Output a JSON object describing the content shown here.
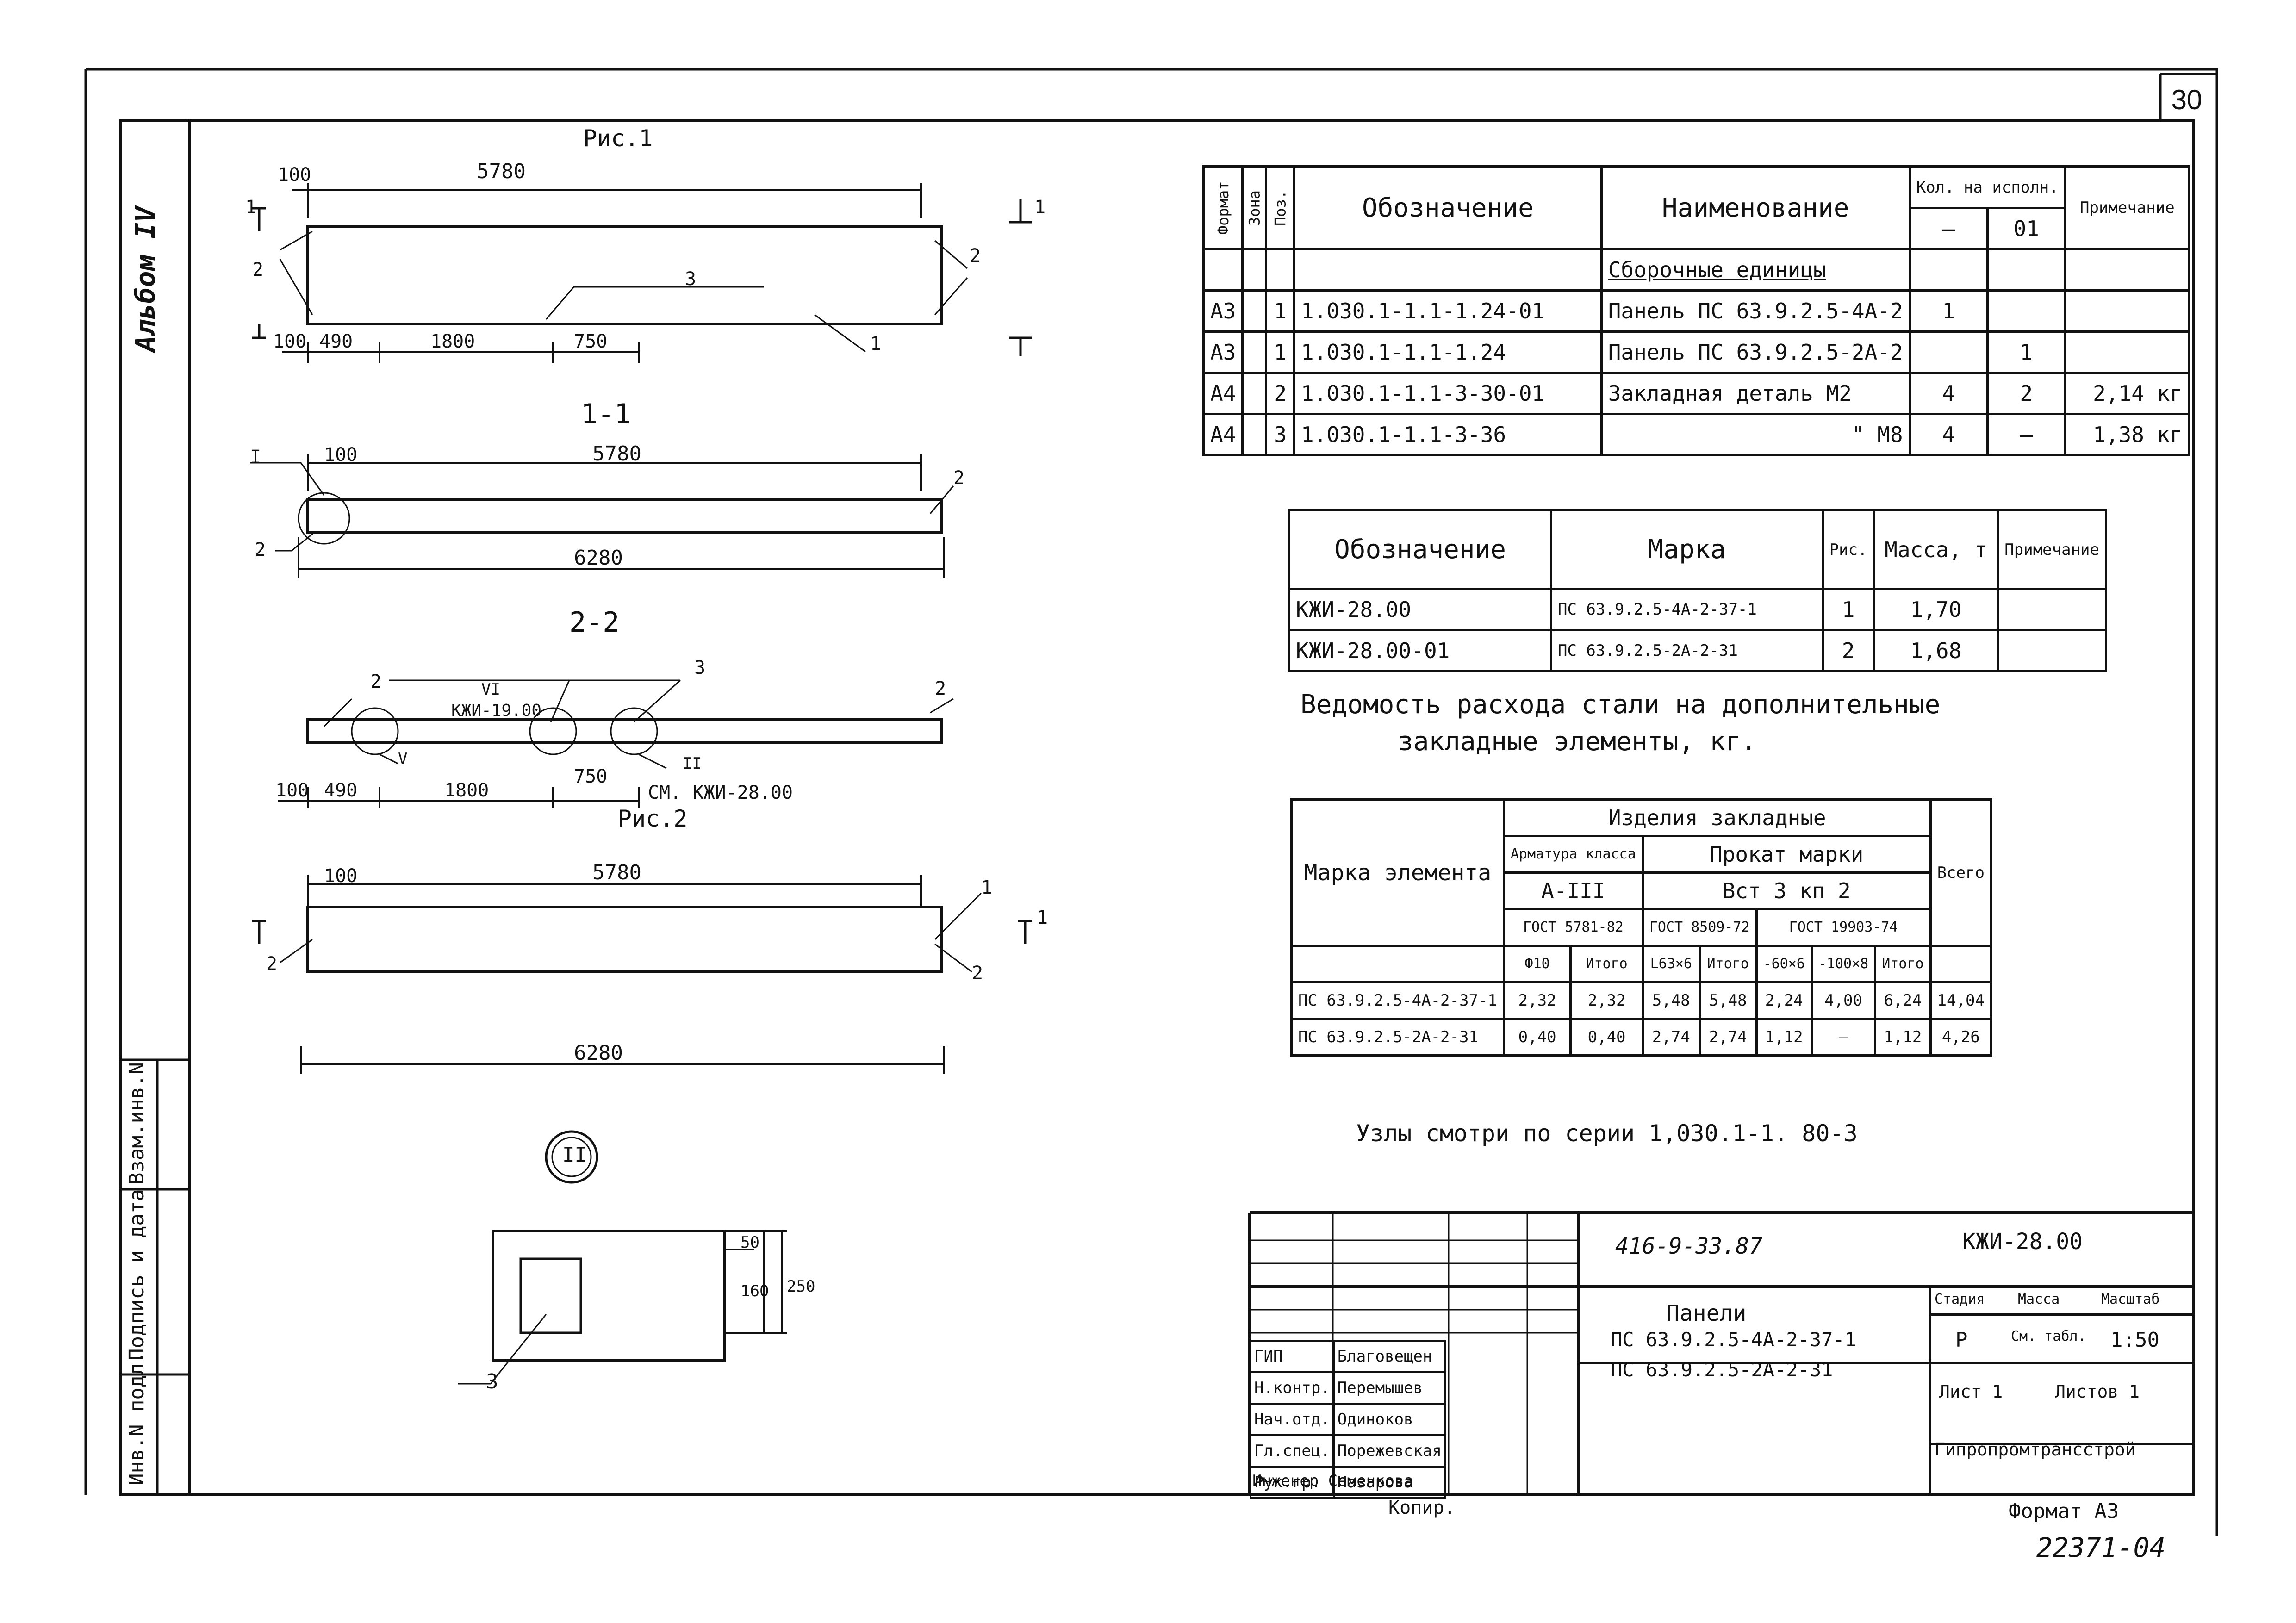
{
  "page_number": "30",
  "album": "Альбом IV",
  "views": {
    "fig1_title": "Рис.1",
    "fig2_title": "Рис.2",
    "section_1_1": "1-1",
    "section_2_2": "2-2",
    "node_ref": "II",
    "see_note": "СМ. КЖИ-28.00",
    "kzhi_label": "КЖИ-19.00",
    "dims": {
      "d100": "100",
      "d5780": "5780",
      "d490": "490",
      "d1800": "1800",
      "d750": "750",
      "d6280": "6280",
      "d50": "50",
      "d160": "160",
      "d250": "250"
    },
    "marks": {
      "m1": "1",
      "m2": "2",
      "m3": "3",
      "mI": "I",
      "mII": "II",
      "mVI": "VI",
      "mV": "V"
    }
  },
  "spec": {
    "headers": {
      "format": "Формат",
      "zone": "Зона",
      "pos": "Поз.",
      "designation": "Обозначение",
      "name": "Наименование",
      "qty": "Кол. на исполн.",
      "qty_a": "—",
      "qty_b": "01",
      "note": "Примечание"
    },
    "section_title": "Сборочные единицы",
    "rows": [
      {
        "format": "А3",
        "pos": "1",
        "designation": "1.030.1-1.1-1.24-01",
        "name": "Панель ПС 63.9.2.5-4А-2",
        "q1": "1",
        "q2": "",
        "note": ""
      },
      {
        "format": "А3",
        "pos": "1",
        "designation": "1.030.1-1.1-1.24",
        "name": "Панель ПС 63.9.2.5-2А-2",
        "q1": "",
        "q2": "1",
        "note": ""
      },
      {
        "format": "А4",
        "pos": "2",
        "designation": "1.030.1-1.1-3-30-01",
        "name": "Закладная деталь   М2",
        "q1": "4",
        "q2": "2",
        "note": "2,14 кг"
      },
      {
        "format": "А4",
        "pos": "3",
        "designation": "1.030.1-1.1-3-36",
        "name": "\"          М8",
        "q1": "4",
        "q2": "—",
        "note": "1,38 кг"
      }
    ]
  },
  "marks_table": {
    "headers": {
      "designation": "Обозначение",
      "mark": "Марка",
      "fig": "Рис.",
      "mass": "Масса, т",
      "note": "Примечание"
    },
    "rows": [
      {
        "designation": "КЖИ-28.00",
        "mark": "ПС 63.9.2.5-4А-2-37-1",
        "fig": "1",
        "mass": "1,70",
        "note": ""
      },
      {
        "designation": "КЖИ-28.00-01",
        "mark": "ПС 63.9.2.5-2А-2-31",
        "fig": "2",
        "mass": "1,68",
        "note": ""
      }
    ]
  },
  "steel": {
    "title_line1": "Ведомость расхода стали на дополнительные",
    "title_line2": "закладные элементы, кг.",
    "h_items": "Изделия закладные",
    "h_mark": "Марка элемента",
    "h_armature": "Арматура класса",
    "h_rolled": "Прокат марки",
    "h_a3": "А-III",
    "h_vst": "Вст 3 кп 2",
    "h_total": "Всего",
    "h_gost1": "ГОСТ 5781-82",
    "h_gost2": "ГОСТ 8509-72",
    "h_gost3": "ГОСТ 19903-74",
    "h_f10": "Ф10",
    "h_itogo": "Итого",
    "h_l63": "L63×6",
    "h_60": "-60×6",
    "h_100": "-100×8",
    "rows": [
      {
        "mark": "ПС 63.9.2.5-4А-2-37-1",
        "f10": "2,32",
        "it1": "2,32",
        "l63": "5,48",
        "it2": "5,48",
        "s60": "2,24",
        "s100": "4,00",
        "it3": "6,24",
        "total": "14,04"
      },
      {
        "mark": "ПС 63.9.2.5-2А-2-31",
        "f10": "0,40",
        "it1": "0,40",
        "l63": "2,74",
        "it2": "2,74",
        "s60": "1,12",
        "s100": "—",
        "it3": "1,12",
        "total": "4,26"
      }
    ],
    "note": "Узлы смотри по серии 1,030.1-1. 80-3"
  },
  "stamp": {
    "code": "416-9-33.87",
    "doc": "КЖИ-28.00",
    "title": "Панели",
    "title_l2": "ПС 63.9.2.5-4А-2-37-1",
    "title_l3": "ПС 63.9.2.5-2А-2-31",
    "h_stage": "Стадия",
    "h_mass": "Масса",
    "h_scale": "Масштаб",
    "stage": "Р",
    "mass": "См. табл.",
    "scale": "1:50",
    "sheet": "Лист 1",
    "sheets": "Листов 1",
    "org": "Гипропромтрансстрой",
    "people": [
      {
        "role": "ГИП",
        "name": "Благовещен"
      },
      {
        "role": "Н.контр.",
        "name": "Перемышев"
      },
      {
        "role": "Нач.отд.",
        "name": "Одиноков"
      },
      {
        "role": "Гл.спец.",
        "name": "Порежевская"
      },
      {
        "role": "Рук.гр.",
        "name": "Назарова"
      },
      {
        "role": "Инженер",
        "name": "Семенкова"
      }
    ],
    "copied": "Копир.",
    "format": "Формат А3",
    "inv": "22371-04"
  },
  "side_stamp": {
    "a": "Инв.N подл.",
    "b": "Подпись и дата",
    "c": "Взам.инв.N"
  }
}
